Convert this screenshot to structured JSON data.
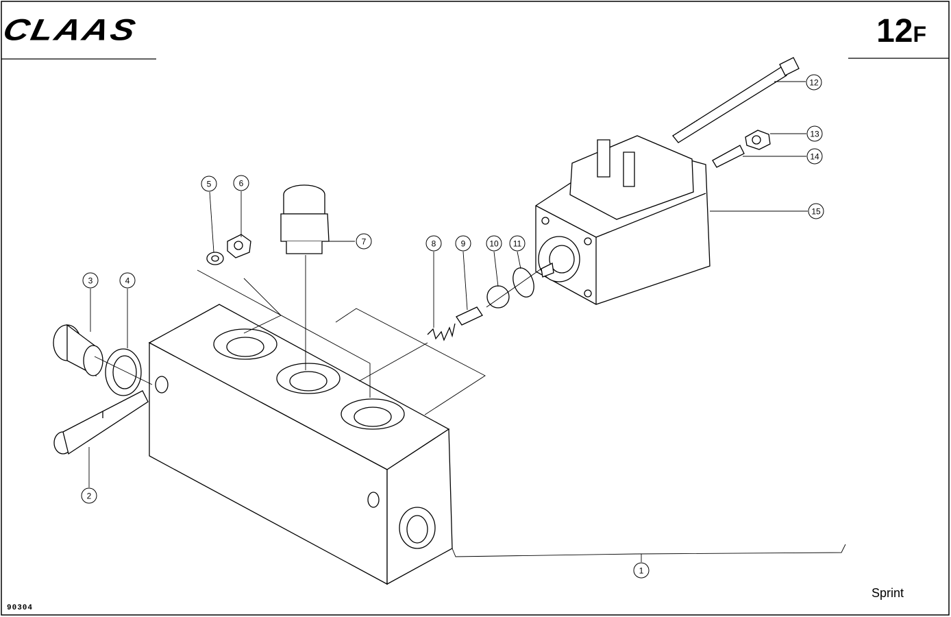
{
  "header": {
    "brand": "CLAAS",
    "page_number": "12",
    "page_suffix": "F"
  },
  "footer": {
    "model": "Sprint",
    "drawing_number": "90304"
  },
  "callouts": [
    "1",
    "2",
    "3",
    "4",
    "5",
    "6",
    "7",
    "8",
    "9",
    "10",
    "11",
    "12",
    "13",
    "14",
    "15"
  ]
}
